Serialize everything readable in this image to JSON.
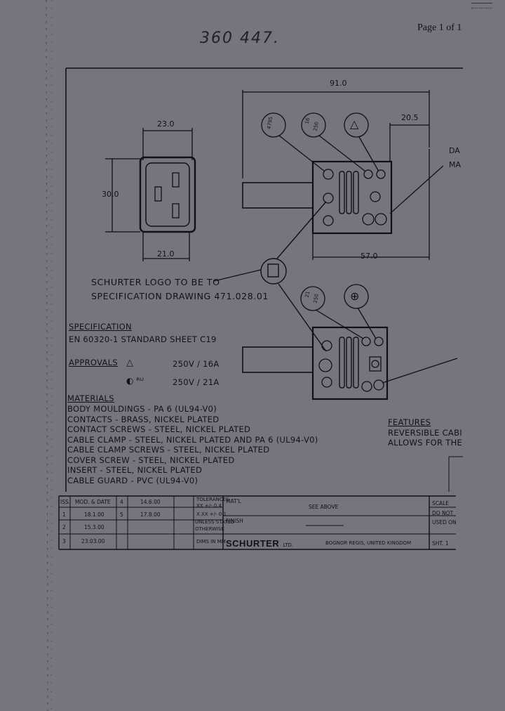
{
  "header": {
    "handwritten_ref": "360 447.",
    "page_indicator": "Page 1 of 1"
  },
  "drawing": {
    "dims": {
      "front_width": "23.0",
      "front_height": "30.0",
      "front_inner_width": "21.0",
      "side_overall": "91.0",
      "side_offset": "20.5",
      "side_body": "57.0"
    },
    "callouts": {
      "circle_1": "4795",
      "circle_2_top": "16",
      "circle_2_bottom": "250",
      "circle_4_top": "21",
      "circle_4_bottom": "250",
      "edge_labels": [
        "DA",
        "MA"
      ]
    },
    "logo_note": [
      "SCHURTER LOGO TO BE TO",
      "SPECIFICATION DRAWING 471.028.01"
    ]
  },
  "specification": {
    "heading": "SPECIFICATION",
    "standard": "EN 60320-1 STANDARD SHEET C19",
    "approvals_label": "APPROVALS",
    "approvals": [
      {
        "rating": "250V / 16A",
        "mark": "△"
      },
      {
        "rating": "250V / 21A",
        "mark": "◐ ᴿᵁ"
      }
    ]
  },
  "materials": {
    "heading": "MATERIALS",
    "items": [
      "BODY MOULDINGS - PA 6 (UL94-V0)",
      "CONTACTS - BRASS, NICKEL PLATED",
      "CONTACT SCREWS - STEEL, NICKEL PLATED",
      "CABLE CLAMP - STEEL, NICKEL PLATED AND PA 6 (UL94-V0)",
      "CABLE CLAMP SCREWS - STEEL, NICKEL PLATED",
      "COVER SCREW - STEEL, NICKEL PLATED",
      "INSERT - STEEL, NICKEL PLATED",
      "CABLE GUARD - PVC (UL94-V0)"
    ]
  },
  "features": {
    "heading": "FEATURES",
    "lines": [
      "REVERSIBLE CABI",
      "ALLOWS FOR THE"
    ]
  },
  "title_block": {
    "rev_header": {
      "iss": "ISS.",
      "mod": "MOD. & DATE"
    },
    "revisions": [
      {
        "iss": "1",
        "date": "18.1.00"
      },
      {
        "iss": "2",
        "date": "15.3.00"
      },
      {
        "iss": "3",
        "date": "23.03.00"
      },
      {
        "iss": "4",
        "date": "14.6.00"
      },
      {
        "iss": "5",
        "date": "17.8.00"
      }
    ],
    "tolerances": [
      "TOLERANCES",
      "XX  +/- 0.4",
      "X.XX  +/- 0.1",
      "UNLESS STATED",
      "OTHERWISE",
      "DIMS IN MM"
    ],
    "matl_label": "MAT'L",
    "matl_value": "SEE ABOVE",
    "finish_label": "FINISH",
    "company": "SCHURTER",
    "company_suffix": "LTD.",
    "location": "BOGNOR REGIS, UNITED KINGDOM",
    "right_col": [
      "SCALE",
      "DO NOT",
      "USED ON",
      "SHT. 1"
    ]
  }
}
